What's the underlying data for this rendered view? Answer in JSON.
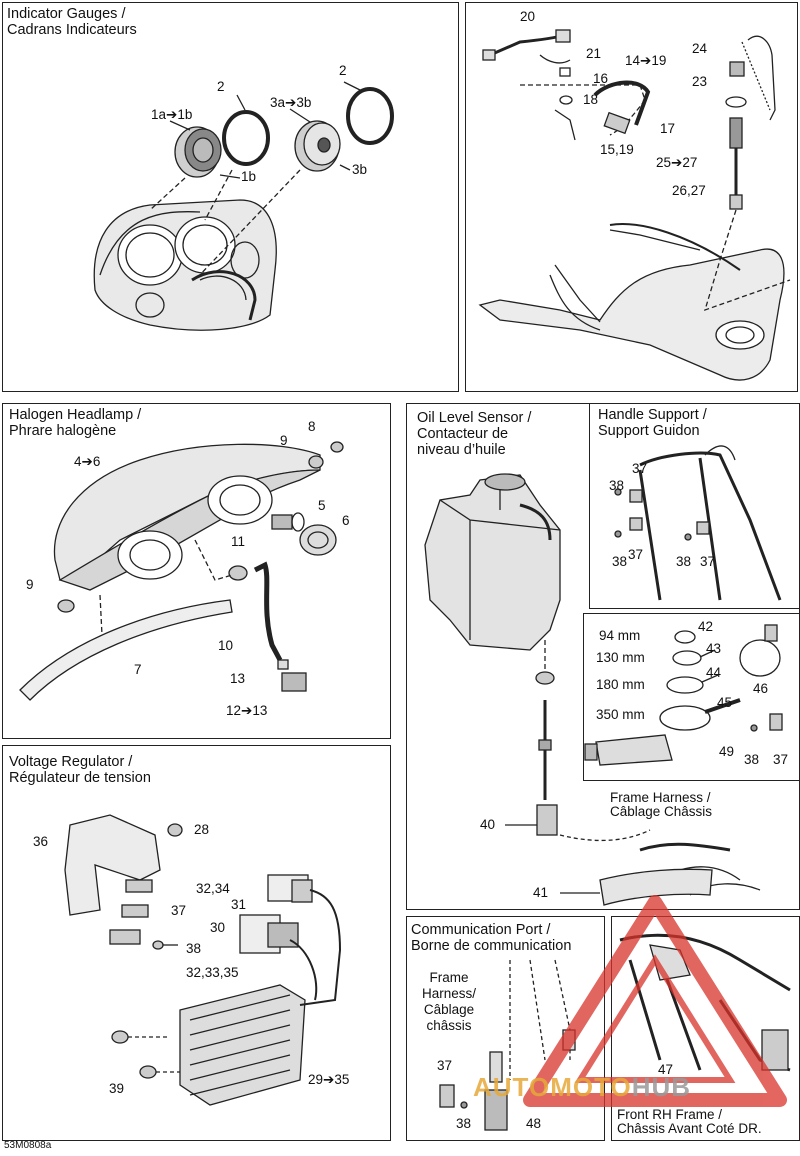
{
  "panels": {
    "gauges": {
      "title_1": "Indicator Gauges /",
      "title_2": "Cadrans Indicateurs"
    },
    "top_right": {},
    "headlamp": {
      "title_1": "Halogen Headlamp /",
      "title_2": "Phrare halogène"
    },
    "oil": {
      "title_1": "Oil Level Sensor /",
      "title_2": "Contacteur de",
      "title_3": "niveau d’huile"
    },
    "handle": {
      "title_1": "Handle Support /",
      "title_2": "Support Guidon"
    },
    "voltage": {
      "title_1": "Voltage Regulator /",
      "title_2": "Régulateur de tension"
    },
    "comm": {
      "title_1": "Communication Port /",
      "title_2": "Borne de communication"
    }
  },
  "callouts": {
    "c1a1b": "1a➔1b",
    "c2a": "2",
    "c3a3b": "3a➔3b",
    "c2b": "2",
    "c1b": "1b",
    "c3b": "3b",
    "c20": "20",
    "c21": "21",
    "c16": "16",
    "c18": "18",
    "c1419": "14➔19",
    "c17": "17",
    "c1519": "15,19",
    "c24": "24",
    "c23": "23",
    "c2527": "25➔27",
    "c2627": "26,27",
    "c8": "8",
    "c9a": "9",
    "c46": "4➔6",
    "c5": "5",
    "c6": "6",
    "c11": "11",
    "c9b": "9",
    "c10": "10",
    "c7": "7",
    "c13": "13",
    "c1213": "12➔13",
    "c37a": "37",
    "c38a": "38",
    "c37b": "37",
    "c38b": "38",
    "c38c": "38",
    "c37c": "37",
    "c42": "42",
    "c43": "43",
    "c44": "44",
    "c45": "45",
    "c46b": "46",
    "c49": "49",
    "c38d": "38",
    "c37d": "37",
    "c40": "40",
    "c41": "41",
    "c36": "36",
    "c28": "28",
    "c3234": "32,34",
    "c31": "31",
    "c37e": "37",
    "c30": "30",
    "c38e": "38",
    "c323335": "32,33,35",
    "c39": "39",
    "c2935": "29➔35",
    "c37f": "37",
    "c38f": "38",
    "c48": "48",
    "c47": "47"
  },
  "sizes": {
    "s94": "94 mm",
    "s130": "130 mm",
    "s180": "180 mm",
    "s350": "350 mm"
  },
  "harness_labels": {
    "frame_harness_1": "Frame Harness /",
    "frame_harness_2": "Câblage Châssis",
    "comm_harness_1": "Frame",
    "comm_harness_2": "Harness/",
    "comm_harness_3": "Câblage",
    "comm_harness_4": "châssis",
    "front_frame_1": "Front RH Frame  /",
    "front_frame_2": "Châssis Avant Coté DR."
  },
  "drawing_code": "53M0808a",
  "watermark": {
    "text_auto": "AUTOMOTO",
    "text_hub": "HUB",
    "color_red": "#d9332b",
    "color_gold": "#e6a93a"
  }
}
